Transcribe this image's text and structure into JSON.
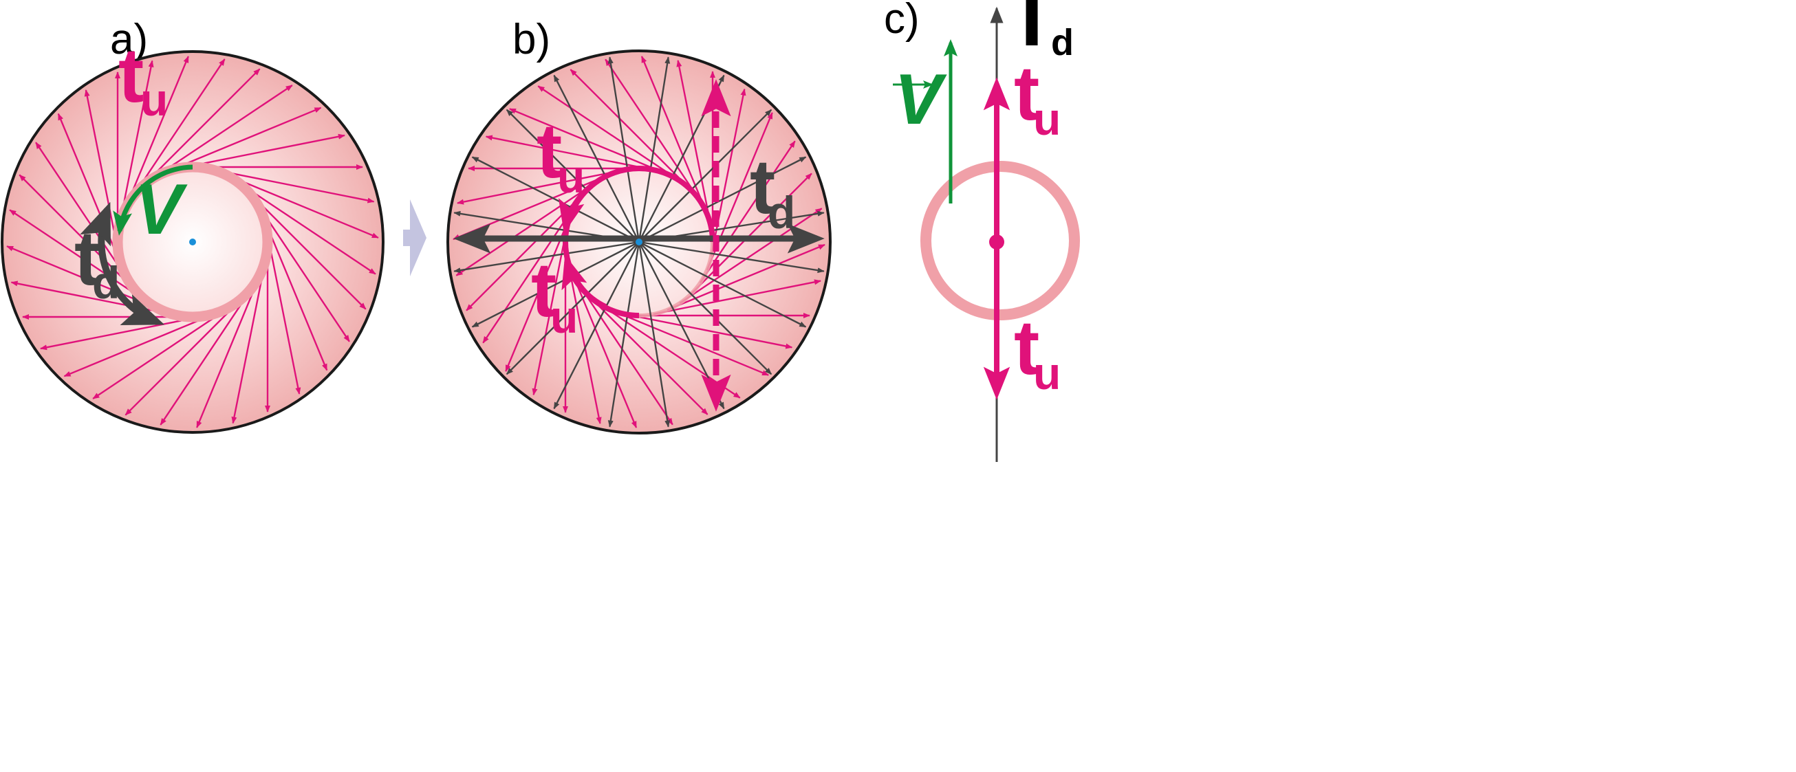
{
  "panels": [
    {
      "label": "a)",
      "labels": {
        "tu": {
          "main": "t",
          "sub": "u"
        },
        "td": {
          "main": "t",
          "sub": "d"
        },
        "v": "V"
      }
    },
    {
      "label": "b)",
      "labels": {
        "tu_top": {
          "main": "t",
          "sub": "u"
        },
        "tu_bottom": {
          "main": "t",
          "sub": "u"
        },
        "td": {
          "main": "t",
          "sub": "d"
        }
      }
    },
    {
      "label": "c)",
      "labels": {
        "Td": {
          "main": "T",
          "sub": "d"
        },
        "tu_top": {
          "main": "t",
          "sub": "u"
        },
        "tu_bottom": {
          "main": "t",
          "sub": "u"
        },
        "v": "V"
      }
    }
  ],
  "colors": {
    "disk_fill_edge": "#f0b0b0",
    "disk_fill_center": "#fff4f4",
    "inner_ring": "#f0a0a8",
    "magenta": "#e0127a",
    "dark_gray": "#444444",
    "green": "#10943a",
    "blue_dot": "#1a8fd8",
    "transition_arrow": "#c4c4e0"
  },
  "icons": {
    "panel_transition": "chevron-right-arrow",
    "center_marker": "dot"
  }
}
